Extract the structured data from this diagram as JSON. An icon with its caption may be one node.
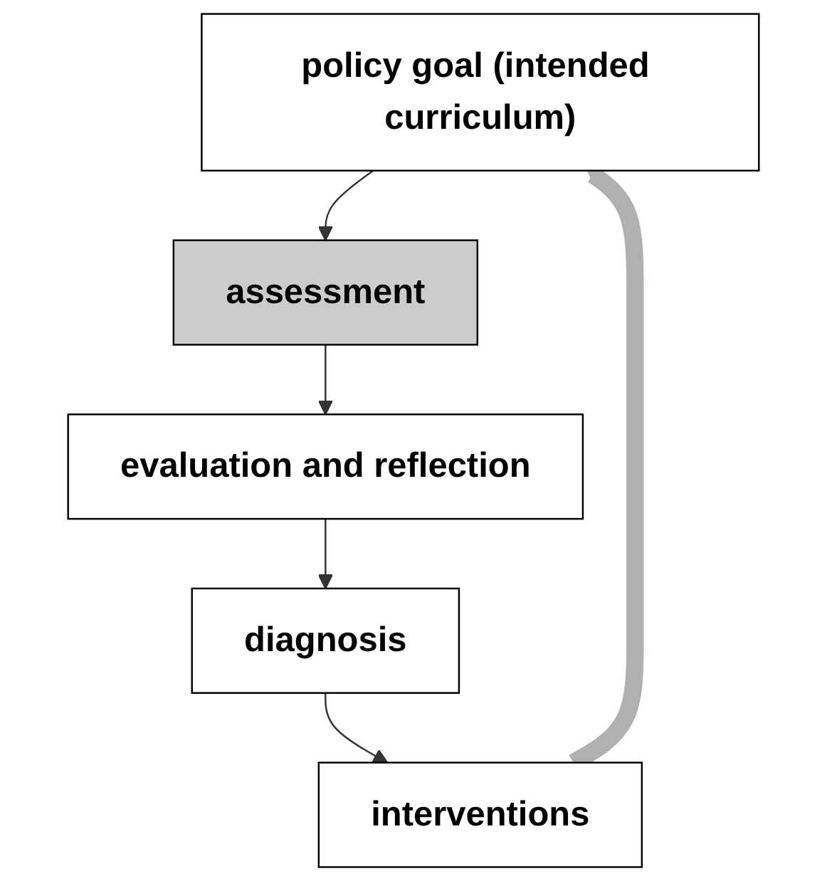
{
  "diagram": {
    "nodes": [
      {
        "text": [
          "policy goal (intended curriculum)"
        ]
      },
      {
        "text": [
          "assessment"
        ]
      },
      {
        "text": [
          "evaluation and reflection"
        ]
      },
      {
        "text": [
          "diagnosis"
        ]
      },
      {
        "text": [
          "interventions"
        ]
      }
    ],
    "edges": [
      {
        "from": 0,
        "to": 1,
        "arrow": "to"
      },
      {
        "from": 1,
        "to": 2,
        "arrow": "to"
      },
      {
        "from": 2,
        "to": 3,
        "arrow": "to"
      },
      {
        "from": 3,
        "to": 4,
        "arrow": "to"
      },
      {
        "from": 4,
        "to": 0,
        "arrow": "to",
        "style": "thick",
        "color": "#b0b0b0"
      }
    ]
  }
}
